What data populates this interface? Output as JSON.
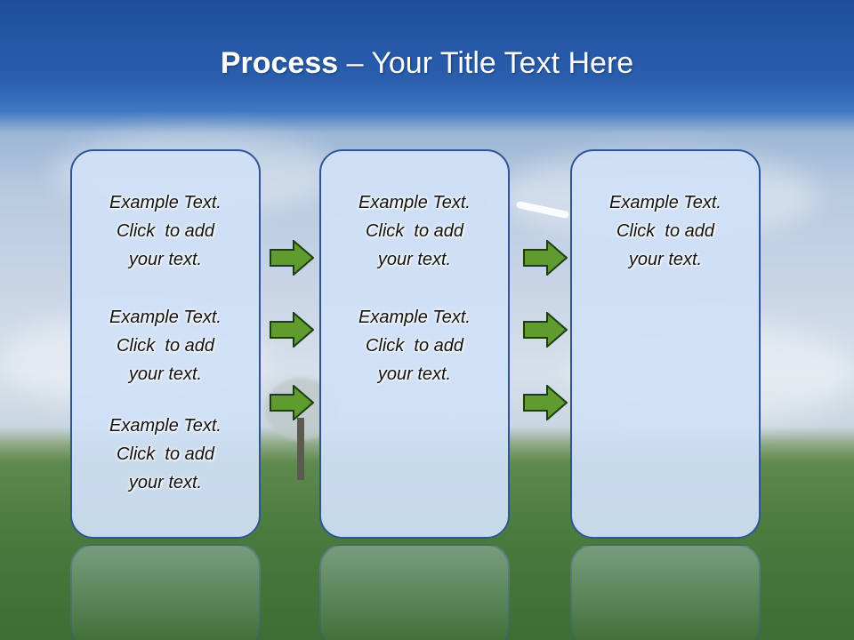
{
  "title": {
    "bold": "Process",
    "rest": " – Your Title Text Here"
  },
  "colors": {
    "box_fill": "#d0e0f6",
    "box_border": "#2f5597",
    "arrow_fill": "#5f9b2e",
    "arrow_border": "#1e3d12"
  },
  "columns": [
    {
      "items": [
        {
          "line1": "Example Text.",
          "line2": "Click  to add",
          "line3": "your text."
        },
        {
          "line1": "Example Text.",
          "line2": "Click  to add",
          "line3": "your text."
        },
        {
          "line1": "Example Text.",
          "line2": "Click  to add",
          "line3": "your text."
        }
      ]
    },
    {
      "items": [
        {
          "line1": "Example Text.",
          "line2": "Click  to add",
          "line3": "your text."
        },
        {
          "line1": "Example Text.",
          "line2": "Click  to add",
          "line3": "your text."
        }
      ]
    },
    {
      "items": [
        {
          "line1": "Example Text.",
          "line2": "Click  to add",
          "line3": "your text."
        }
      ]
    }
  ],
  "arrows": {
    "group1_count": 3,
    "group2_count": 3,
    "icon": "right-arrow-icon"
  }
}
